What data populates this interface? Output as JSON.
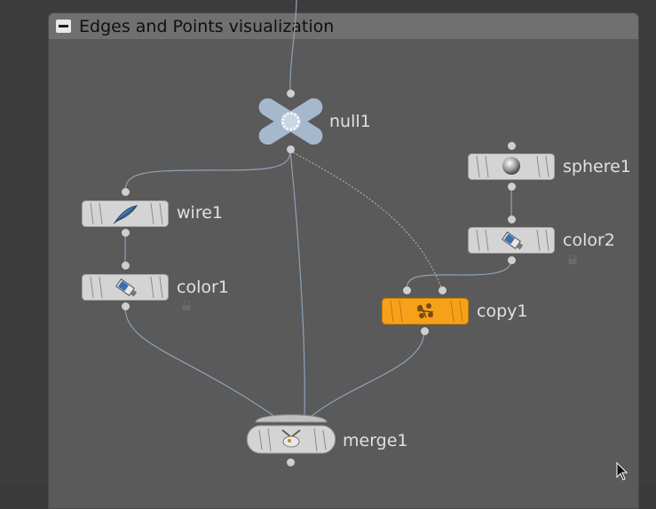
{
  "netbox": {
    "title": "Edges and Points visualization"
  },
  "nodes": {
    "null1": {
      "label": "null1"
    },
    "wire1": {
      "label": "wire1"
    },
    "color1": {
      "label": "color1"
    },
    "sphere1": {
      "label": "sphere1"
    },
    "color2": {
      "label": "color2"
    },
    "copy1": {
      "label": "copy1"
    },
    "merge1": {
      "label": "merge1"
    }
  },
  "colors": {
    "network_bg": "#5a5a5a",
    "header": "#707070",
    "node_default": "#d4d4d4",
    "node_copy1": "#f7a11a",
    "null_node": "#9fb3c8",
    "wire": "#8ea2b8"
  },
  "icons": {
    "null1": "null-cross-icon",
    "wire1": "feather-wire-icon",
    "color1": "paint-tube-icon",
    "sphere1": "sphere-icon",
    "color2": "paint-tube-icon",
    "copy1": "copy-stamp-icon",
    "merge1": "merge-icon"
  }
}
